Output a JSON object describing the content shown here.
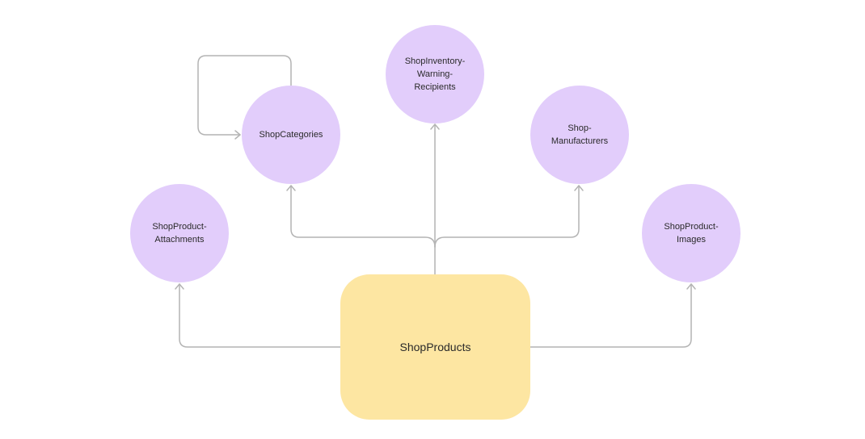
{
  "diagram": {
    "central_node": {
      "label": "ShopProducts"
    },
    "related_nodes": [
      {
        "id": "inventory",
        "label": "ShopInventory-\nWarning-\nRecipients"
      },
      {
        "id": "categories",
        "label": "ShopCategories"
      },
      {
        "id": "manufacturers",
        "label": "Shop-\nManufacturers"
      },
      {
        "id": "attachments",
        "label": "ShopProduct-\nAttachments"
      },
      {
        "id": "images",
        "label": "ShopProduct-\nImages"
      }
    ],
    "edges": [
      {
        "from": "ShopProducts",
        "to": "ShopInventory-Warning-Recipients"
      },
      {
        "from": "ShopProducts",
        "to": "ShopCategories"
      },
      {
        "from": "ShopProducts",
        "to": "Shop-Manufacturers"
      },
      {
        "from": "ShopProducts",
        "to": "ShopProduct-Attachments"
      },
      {
        "from": "ShopProducts",
        "to": "ShopProduct-Images"
      },
      {
        "from": "ShopCategories",
        "to": "ShopCategories"
      }
    ],
    "colors": {
      "related_node_fill": "#e2cdfb",
      "central_node_fill": "#fde6a2",
      "edge": "#b4b4b4",
      "text": "#2a2a2a"
    }
  }
}
